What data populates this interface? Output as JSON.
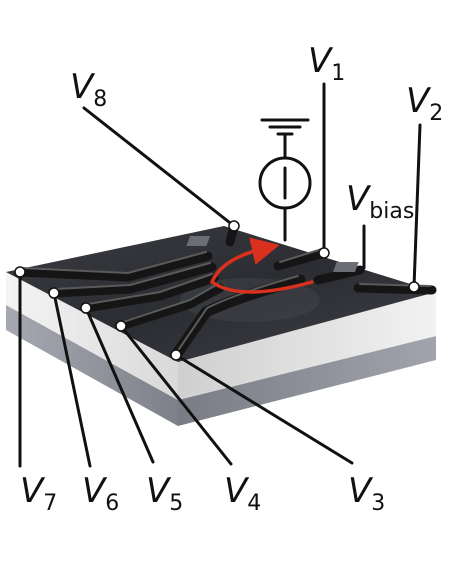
{
  "diagram": {
    "labels": {
      "v1": {
        "main": "V",
        "sub": "1"
      },
      "v2": {
        "main": "V",
        "sub": "2"
      },
      "v3": {
        "main": "V",
        "sub": "3"
      },
      "v4": {
        "main": "V",
        "sub": "4"
      },
      "v5": {
        "main": "V",
        "sub": "5"
      },
      "v6": {
        "main": "V",
        "sub": "6"
      },
      "v7": {
        "main": "V",
        "sub": "7"
      },
      "v8": {
        "main": "V",
        "sub": "8"
      },
      "vbias": {
        "main": "V",
        "sub": "bias"
      }
    },
    "colors": {
      "chip_top": "#2e3035",
      "chip_side_white": "#e9e9e9",
      "chip_side_gray": "#8e909a",
      "gates": "#151515",
      "arrow": "#d9311e"
    }
  }
}
